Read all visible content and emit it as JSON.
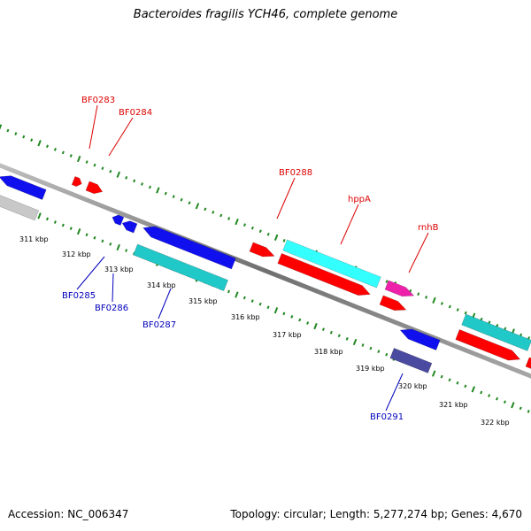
{
  "title": "Bacteroides fragilis YCH46, complete genome",
  "footer": {
    "accession": "Accession: NC_006347",
    "summary": "Topology: circular; Length: 5,277,274 bp; Genes: 4,670"
  },
  "colors": {
    "forward_label": "#dd0000",
    "reverse_label": "#0000bb",
    "backbone": "#888888",
    "tick": "#228822",
    "red": "#ff0000",
    "blue": "#1010ee",
    "cyan": "#20c8c8",
    "lightcyan": "#33ffff",
    "magenta": "#ee22aa",
    "navy": "#4a4aa0",
    "gray": "#c8c8c8"
  },
  "scale_labels": [
    "311 kbp",
    "312 kbp",
    "313 kbp",
    "314 kbp",
    "315 kbp",
    "316 kbp",
    "317 kbp",
    "318 kbp",
    "319 kbp",
    "320 kbp",
    "321 kbp",
    "322 kbp"
  ],
  "gene_labels": [
    {
      "text": "BF0283",
      "strand": "forward"
    },
    {
      "text": "BF0284",
      "strand": "forward"
    },
    {
      "text": "BF0288",
      "strand": "forward"
    },
    {
      "text": "hppA",
      "strand": "forward"
    },
    {
      "text": "rnhB",
      "strand": "forward"
    },
    {
      "text": "BF0285",
      "strand": "reverse"
    },
    {
      "text": "BF0286",
      "strand": "reverse"
    },
    {
      "text": "BF0287",
      "strand": "reverse"
    },
    {
      "text": "BF0291",
      "strand": "reverse"
    }
  ]
}
